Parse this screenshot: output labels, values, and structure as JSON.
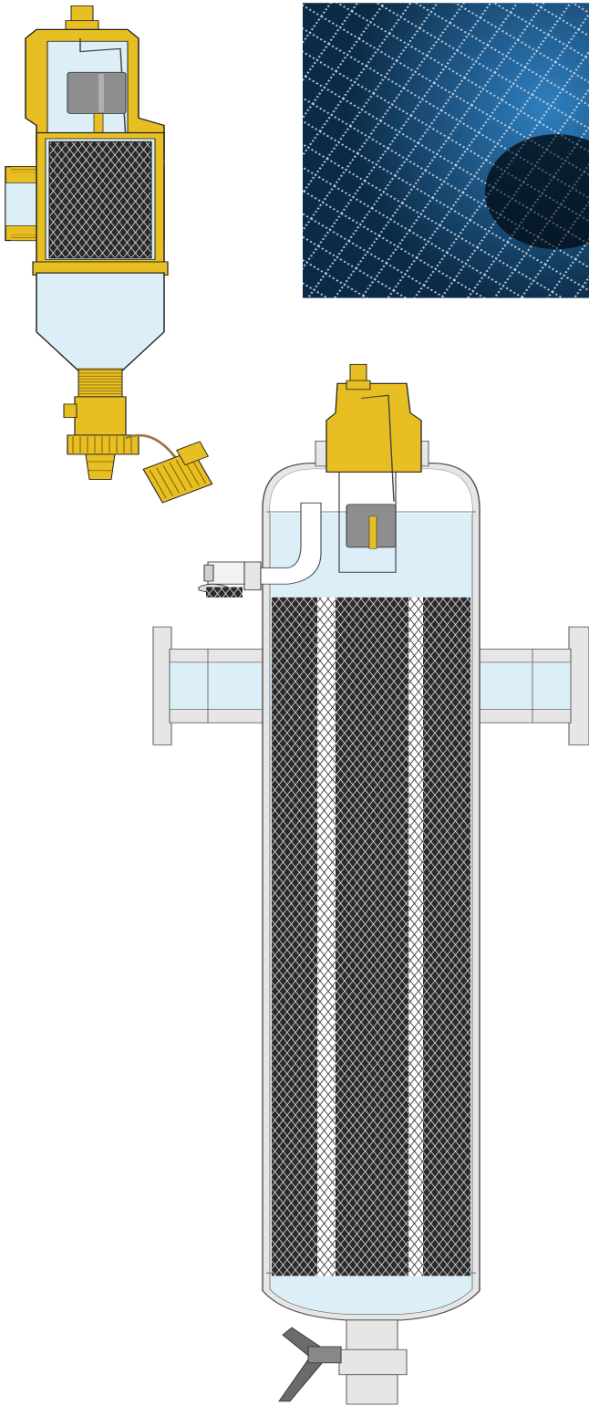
{
  "figure": {
    "components": [
      {
        "id": "small-separator",
        "icon": "cutaway-separator-icon"
      },
      {
        "id": "mesh-photo",
        "icon": "mesh-bubbles-photo-icon"
      },
      {
        "id": "large-separator",
        "icon": "cutaway-separator-icon"
      }
    ]
  },
  "colors": {
    "brass": "#E8BF22",
    "brass_dark": "#B8900A",
    "water": "#DCEFF8",
    "steel": "#E6E6E6",
    "steel_line": "#6A6A6A",
    "mesh": "#222222",
    "float": "#8E8E8E",
    "photo_bg": "#0B2A45",
    "photo_glow": "#2E7FC0",
    "handle": "#6B6B6B"
  }
}
